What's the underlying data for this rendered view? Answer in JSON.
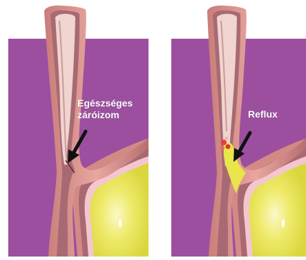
{
  "panels": [
    {
      "id": "healthy",
      "label_lines": [
        "Egészséges",
        "záróizom"
      ]
    },
    {
      "id": "reflux",
      "label_lines": [
        "Reflux"
      ]
    }
  ],
  "colors": {
    "background_purple": "#9c4f9f",
    "tissue_outer": "#d48a84",
    "tissue_mid": "#a86a72",
    "lumen": "#f0d4d0",
    "inner_lining": "#fbe8e6",
    "stomach_fluid": "#e4e14a",
    "stomach_fluid_light": "#f6f39e",
    "stomach_lining": "#f5c6d0",
    "acid_red": "#e0403a",
    "arrow": "#111111"
  }
}
